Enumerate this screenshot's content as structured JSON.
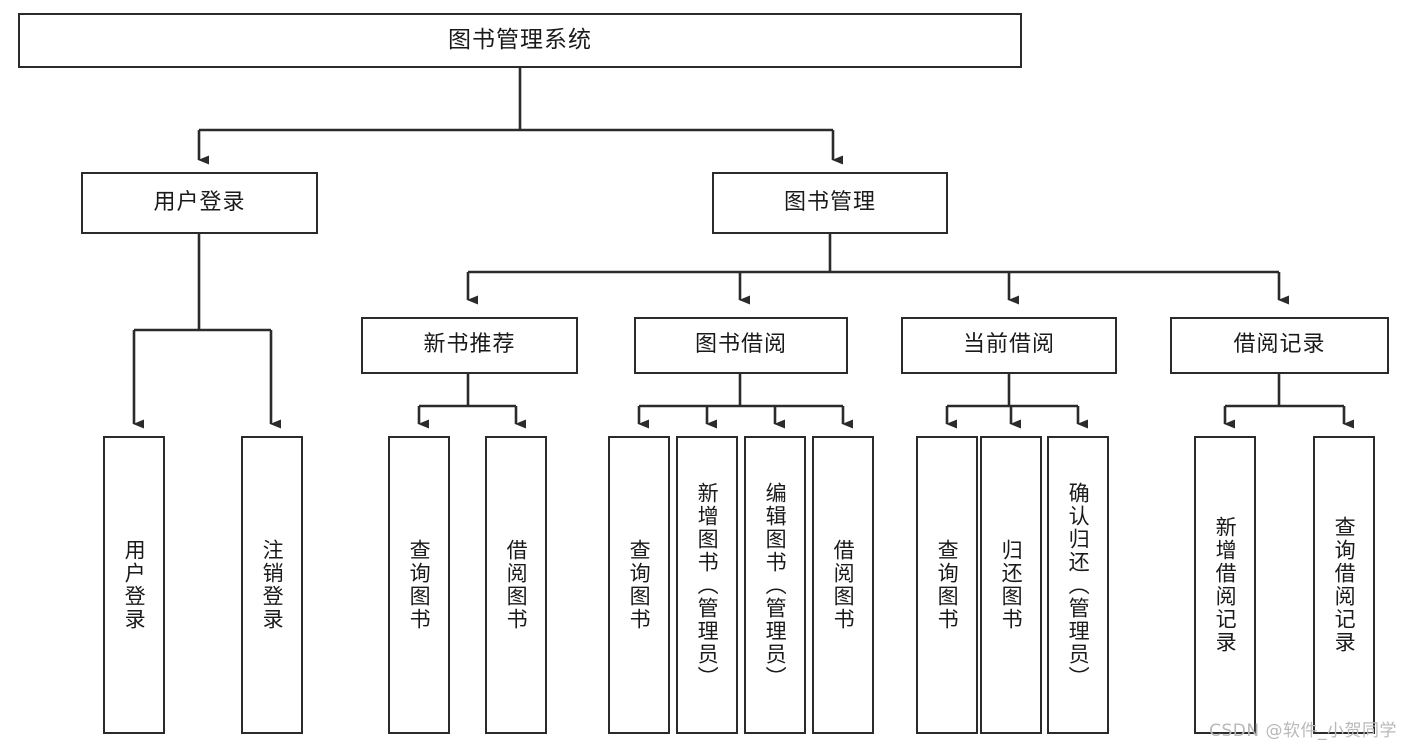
{
  "diagram": {
    "title": "图书管理系统",
    "type": "tree",
    "watermark": "CSDN @软件_小贺同学",
    "colors": {
      "box_border": "#2b2b2b",
      "box_fill": "#ffffff",
      "link": "#2b2b2b",
      "text": "#1a1a1a",
      "watermark": "#b9b9b9"
    },
    "levels": {
      "root": {
        "label": "图书管理系统"
      },
      "level2": [
        {
          "label": "用户登录"
        },
        {
          "label": "图书管理"
        }
      ],
      "level3": [
        {
          "label": "新书推荐"
        },
        {
          "label": "图书借阅"
        },
        {
          "label": "当前借阅"
        },
        {
          "label": "借阅记录"
        }
      ],
      "leaves": [
        {
          "label": "用户登录",
          "parent": "用户登录"
        },
        {
          "label": "注销登录",
          "parent": "用户登录"
        },
        {
          "label": "查询图书",
          "parent": "新书推荐"
        },
        {
          "label": "借阅图书",
          "parent": "新书推荐"
        },
        {
          "label": "查询图书",
          "parent": "图书借阅"
        },
        {
          "label": "新增图书（管理员）",
          "parent": "图书借阅"
        },
        {
          "label": "编辑图书（管理员）",
          "parent": "图书借阅"
        },
        {
          "label": "借阅图书",
          "parent": "图书借阅"
        },
        {
          "label": "查询图书",
          "parent": "当前借阅"
        },
        {
          "label": "归还图书",
          "parent": "当前借阅"
        },
        {
          "label": "确认归还（管理员）",
          "parent": "当前借阅"
        },
        {
          "label": "新增借阅记录",
          "parent": "借阅记录"
        },
        {
          "label": "查询借阅记录",
          "parent": "借阅记录"
        }
      ]
    }
  }
}
